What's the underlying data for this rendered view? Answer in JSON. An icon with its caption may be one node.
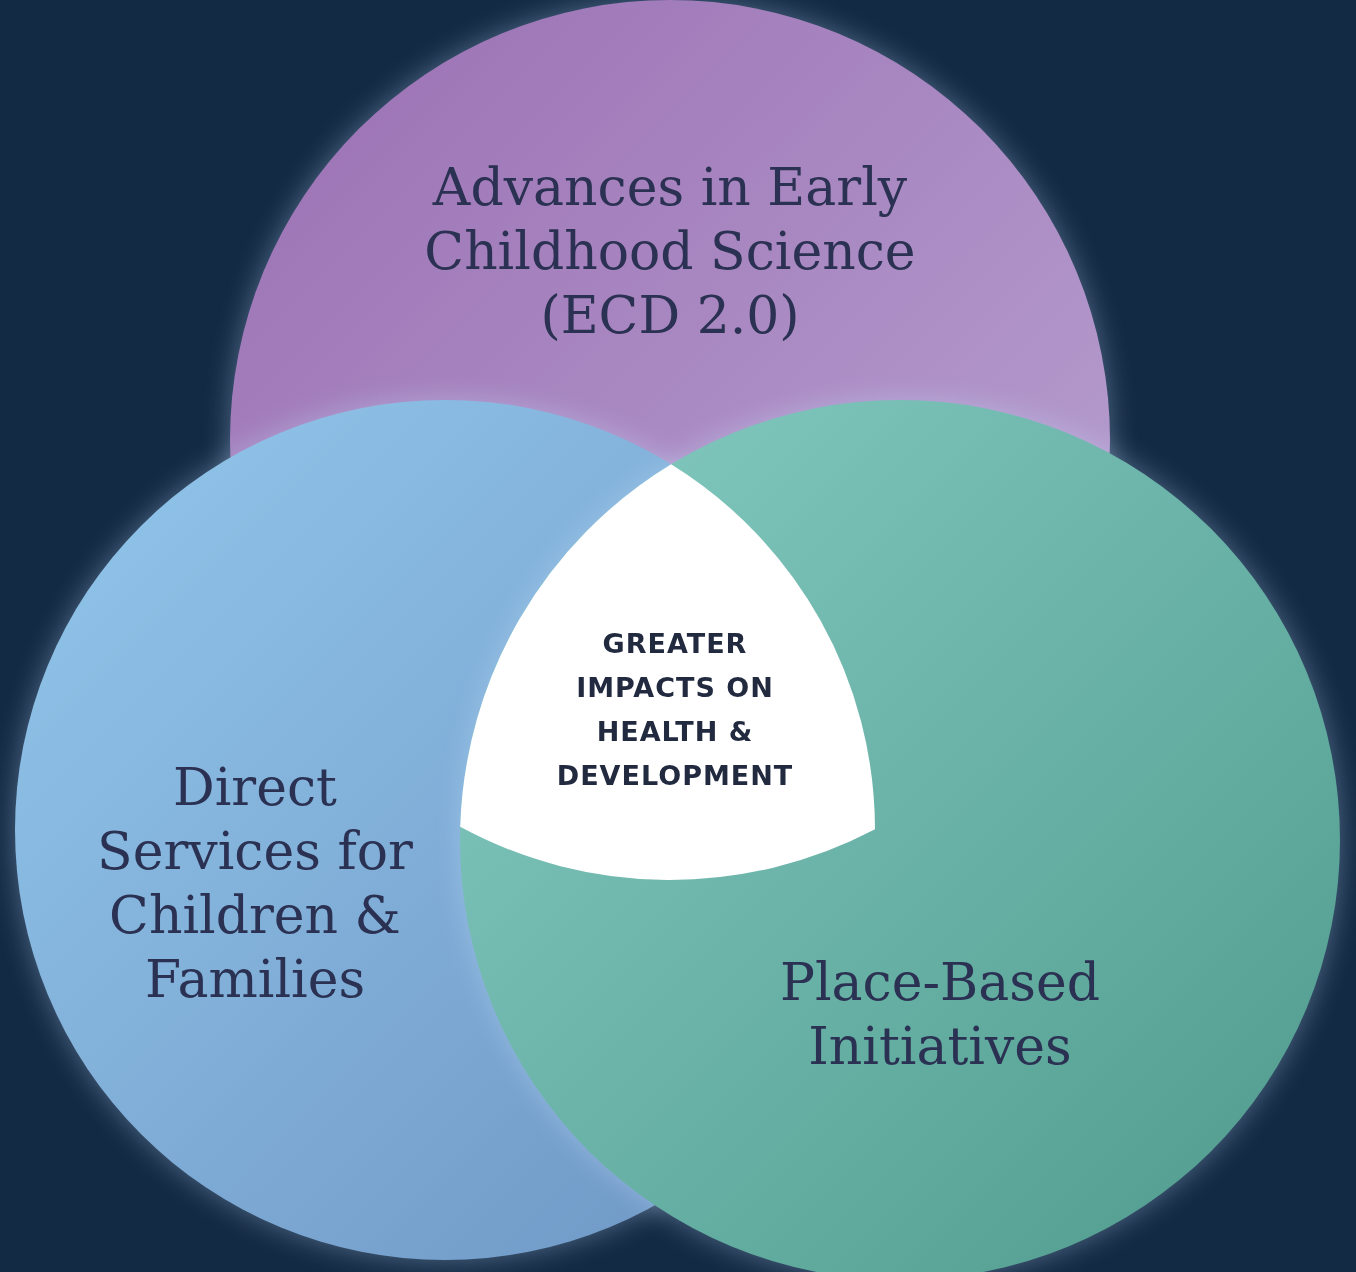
{
  "diagram": {
    "nodes": [
      {
        "text": [
          "Advances in Early Childhood Science (ECD 2.0)"
        ]
      },
      {
        "text": [
          "Direct Services for Children & Families"
        ]
      },
      {
        "text": [
          "Place-Based Initiatives"
        ]
      },
      {
        "text": [
          "GREATER IMPACTS ON HEALTH & DEVELOPMENT"
        ]
      }
    ]
  }
}
